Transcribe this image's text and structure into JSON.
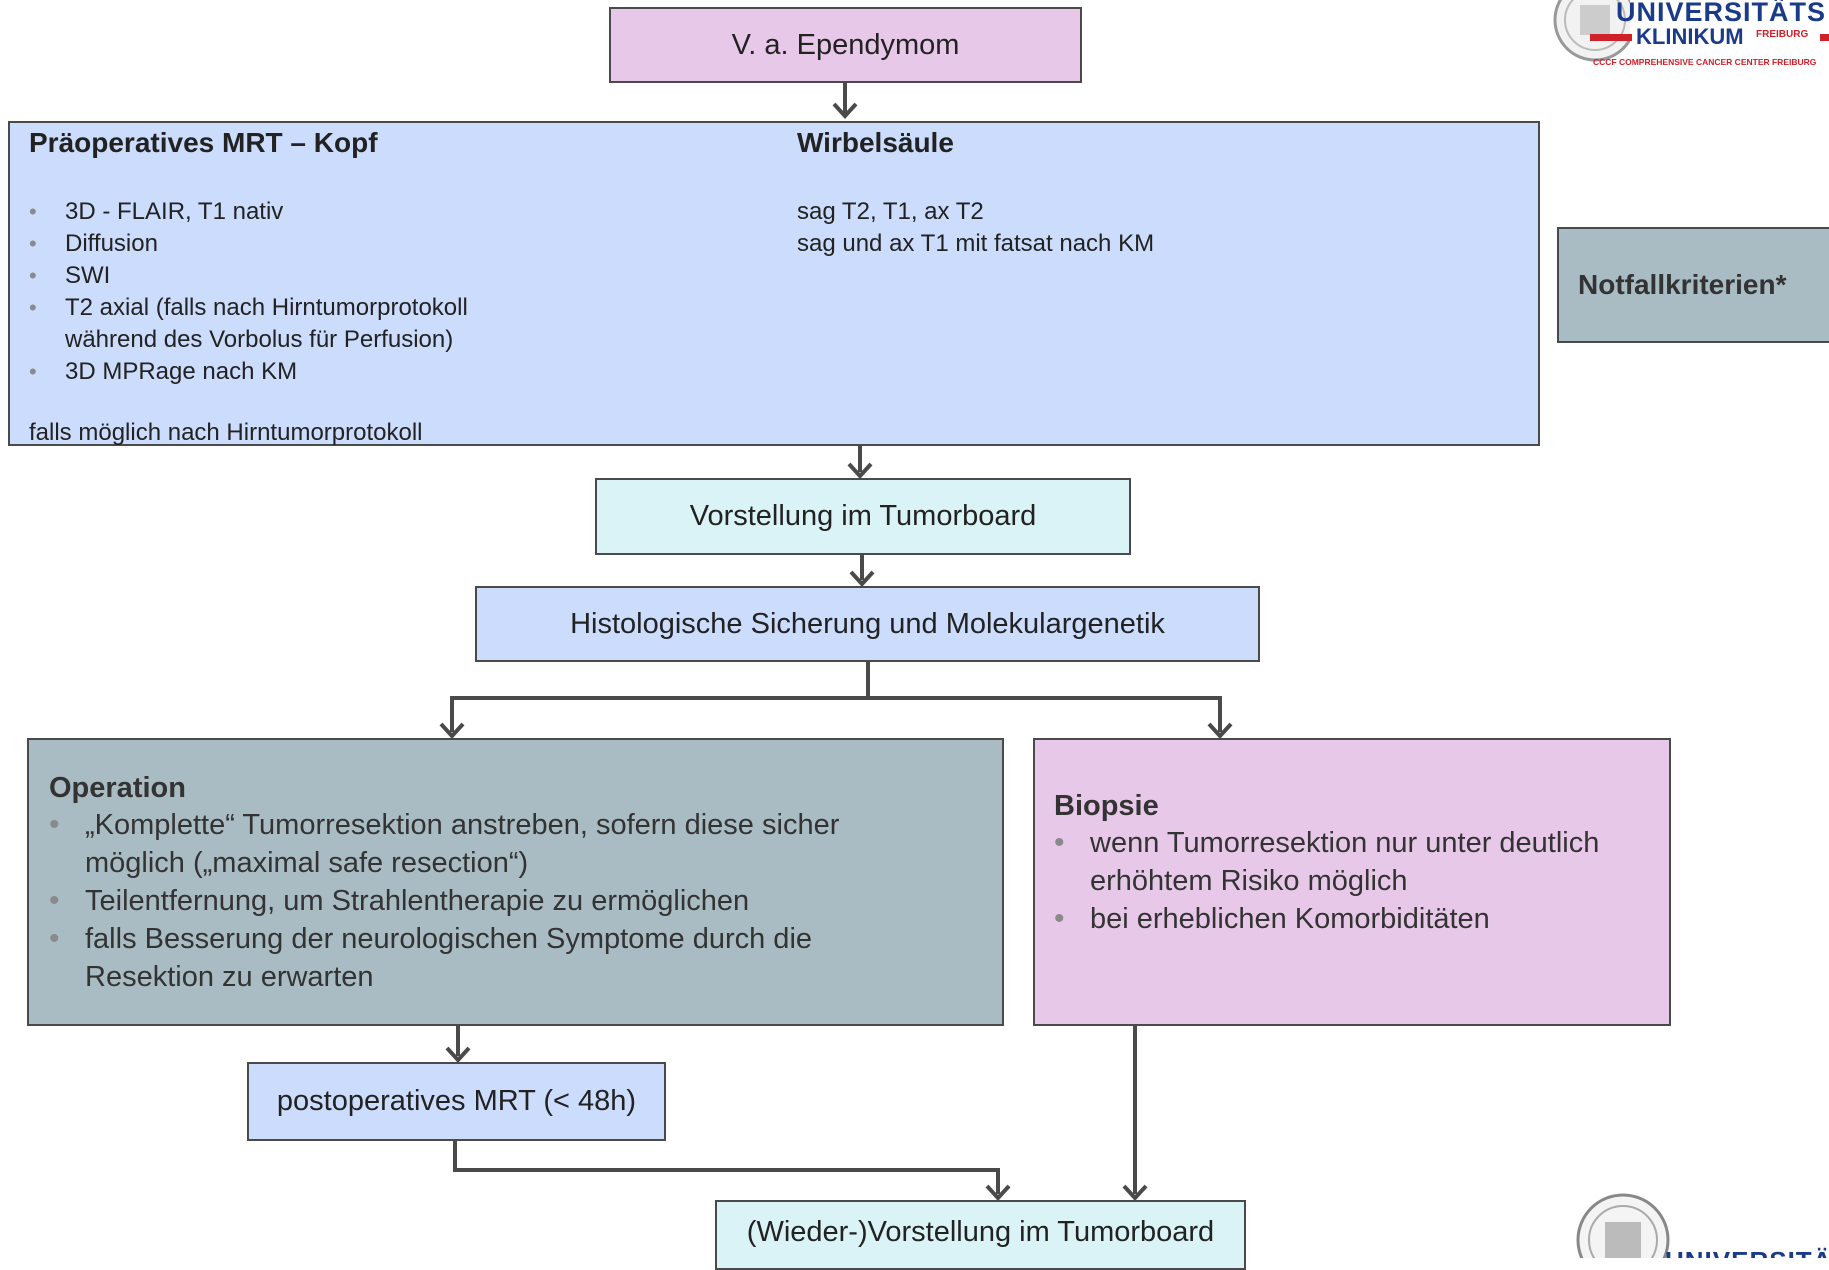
{
  "start": "V. a. Ependymom",
  "mrt": {
    "kopf_title": "Präoperatives MRT – Kopf",
    "kopf_items": [
      "3D - FLAIR, T1 nativ",
      "Diffusion",
      "SWI",
      "T2 axial (falls nach Hirntumorprotokoll während des Vorbolus für Perfusion)",
      "3D MPRage nach KM"
    ],
    "kopf_note": "falls möglich nach Hirntumorprotokoll",
    "ws_title": "Wirbelsäule",
    "ws_line1": "sag T2, T1, ax T2",
    "ws_line2": "sag und ax T1 mit fatsat nach KM"
  },
  "notfall": "Notfallkriterien*",
  "tumorboard": "Vorstellung im Tumorboard",
  "histologie": "Histologische Sicherung und Molekulargenetik",
  "operation": {
    "title": "Operation",
    "items": [
      "„Komplette“ Tumorresektion anstreben, sofern diese sicher möglich („maximal safe resection“)",
      "Teilentfernung, um Strahlentherapie zu ermöglichen",
      "falls Besserung der neurologischen Symptome durch die Resektion zu erwarten"
    ]
  },
  "biopsie": {
    "title": "Biopsie",
    "items": [
      "wenn Tumorresektion nur unter deutlich erhöhtem Risiko möglich",
      "bei erheblichen Komorbiditäten"
    ]
  },
  "postop": "postoperatives MRT (< 48h)",
  "wieder": "(Wieder-)Vorstellung im Tumorboard",
  "logo": {
    "line1": "UNIVERSITÄTS",
    "line2": "KLINIKUM",
    "line2_suffix": "FREIBURG",
    "line3": "CCCF COMPREHENSIVE CANCER CENTER FREIBURG",
    "bottom_text": "UNIVERSITÄTS"
  },
  "colors": {
    "pink": "#e8c8e8",
    "blue": "#ccdcfc",
    "cyan": "#daf3f6",
    "grey": "#a9bcc4",
    "logo_blue": "#1a3a8a",
    "logo_red": "#d0202a"
  }
}
